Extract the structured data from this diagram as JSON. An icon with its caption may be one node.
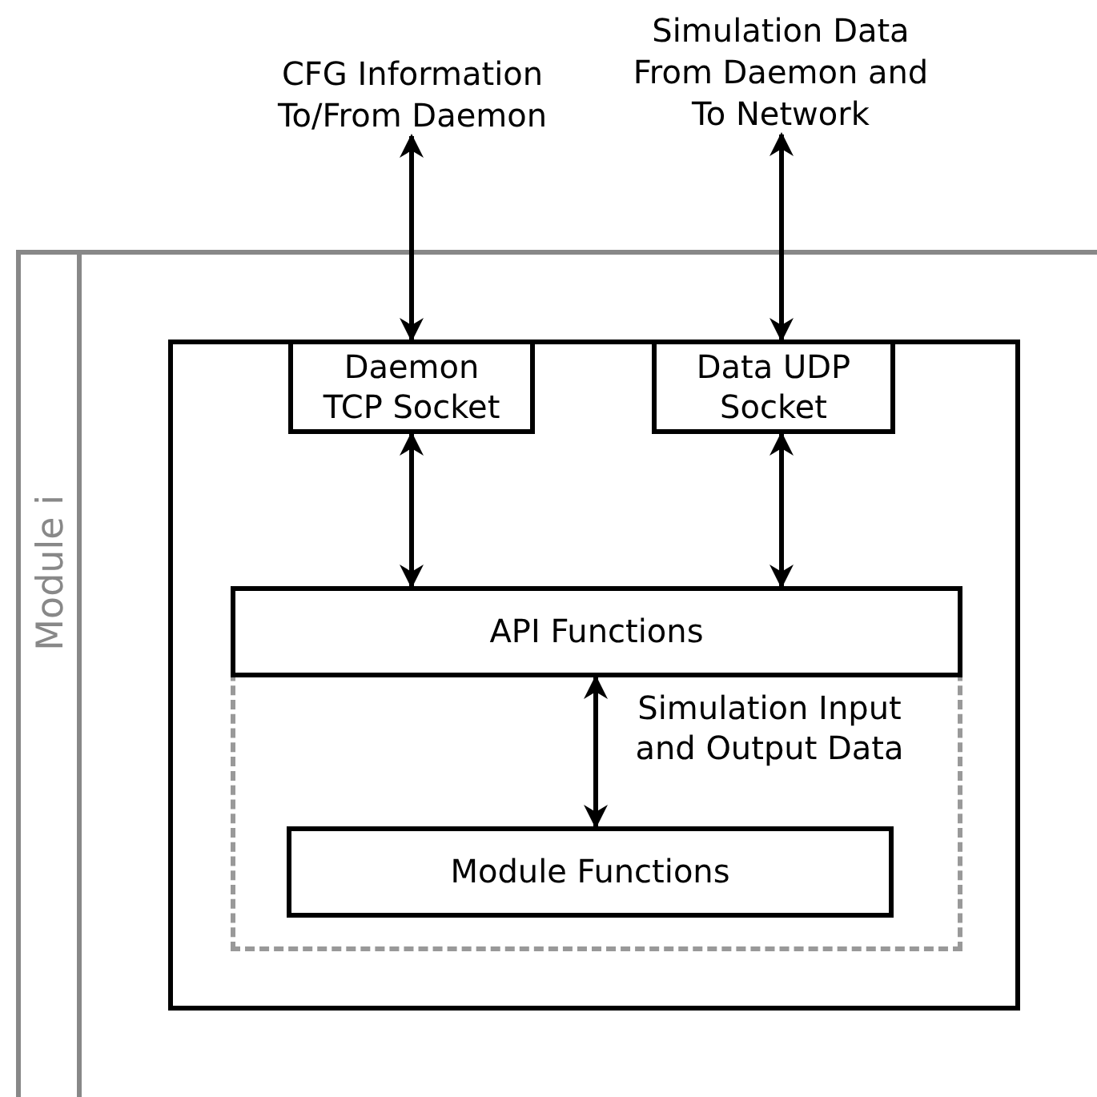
{
  "diagram": {
    "nodes": [
      {
        "text": [
          "Module i"
        ]
      },
      {
        "text": [],
        "shape": "box",
        "in": 0
      },
      {
        "text": [
          "Daemon TCP Socket"
        ],
        "in": 1
      },
      {
        "text": [
          "Data UDP Socket"
        ],
        "in": 1
      },
      {
        "text": [],
        "shape": "box",
        "in": 1
      },
      {
        "text": [
          "API Functions"
        ],
        "in": 4
      },
      {
        "text": [
          "Module Functions"
        ],
        "in": 4
      },
      {
        "text": [
          "CFG Information To/From Daemon"
        ]
      },
      {
        "text": [
          "Simulation Data From Daemon and To Network"
        ]
      }
    ],
    "edges": [
      {
        "from": 7,
        "to": 2,
        "arrow": "both"
      },
      {
        "from": 8,
        "to": 3,
        "arrow": "both"
      },
      {
        "from": 2,
        "to": 5,
        "arrow": "both"
      },
      {
        "from": 3,
        "to": 5,
        "arrow": "both"
      },
      {
        "from": 5,
        "to": 6,
        "arrow": "both",
        "label": "Simulation Input and Output Data"
      }
    ]
  }
}
